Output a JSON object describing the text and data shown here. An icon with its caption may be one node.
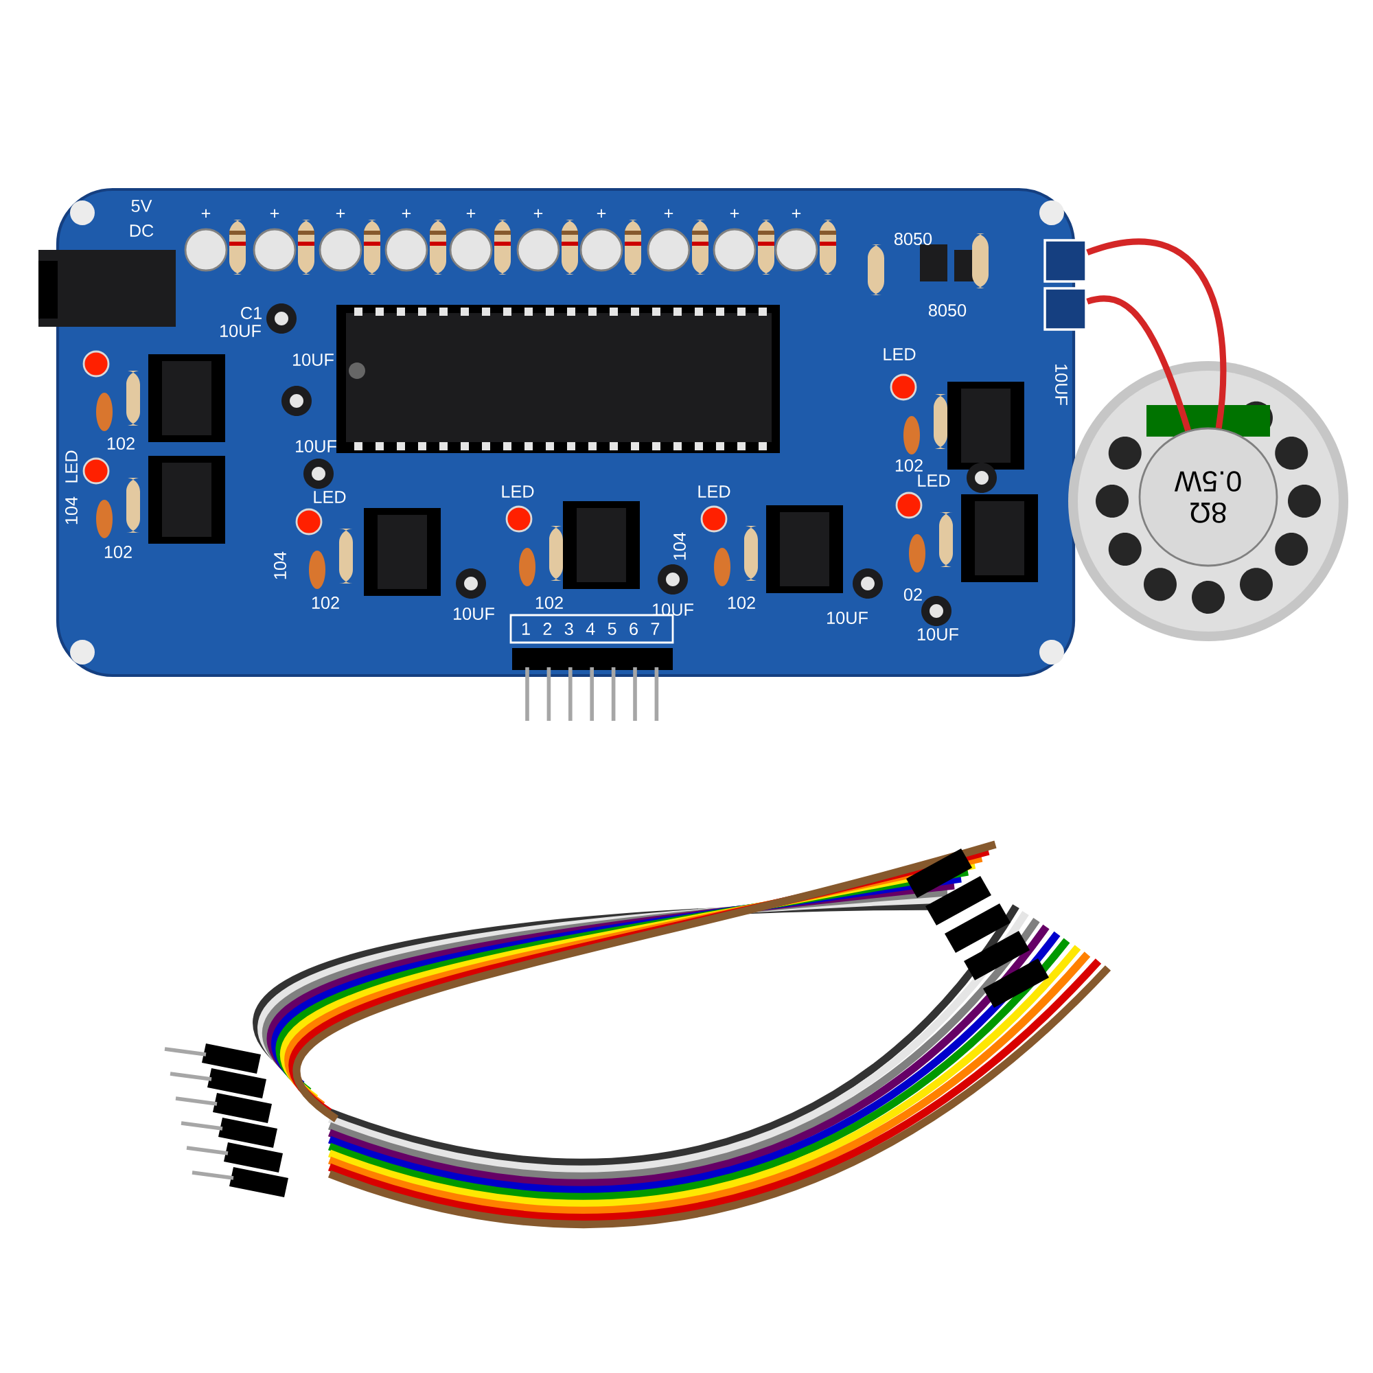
{
  "diagram": {
    "nodes": [
      {
        "text": [],
        "shape": "box"
      },
      {
        "text": [],
        "shape": "box"
      },
      {
        "text": [
          "8Ω 0.5W"
        ]
      }
    ],
    "edges": [
      {
        "from": 0,
        "to": 2,
        "arrow": "none"
      },
      {
        "from": 1,
        "to": 2,
        "arrow": "none"
      }
    ],
    "labels": [
      "5V",
      "DC",
      "+",
      "+",
      "+",
      "+",
      "+",
      "+",
      "+",
      "+",
      "+",
      "+",
      "8050",
      "C1",
      "8050",
      "10UF",
      "LED",
      "10UF",
      "10UF",
      "102",
      "10UF",
      "102",
      "LED",
      "LED",
      "LED",
      "LED",
      "LED",
      "104",
      "104",
      "102",
      "104",
      "02",
      "102",
      "10UF",
      "102",
      "10UF",
      "102",
      "10UF",
      "1",
      "2",
      "3",
      "4",
      "5",
      "6",
      "7",
      "10UF"
    ]
  }
}
